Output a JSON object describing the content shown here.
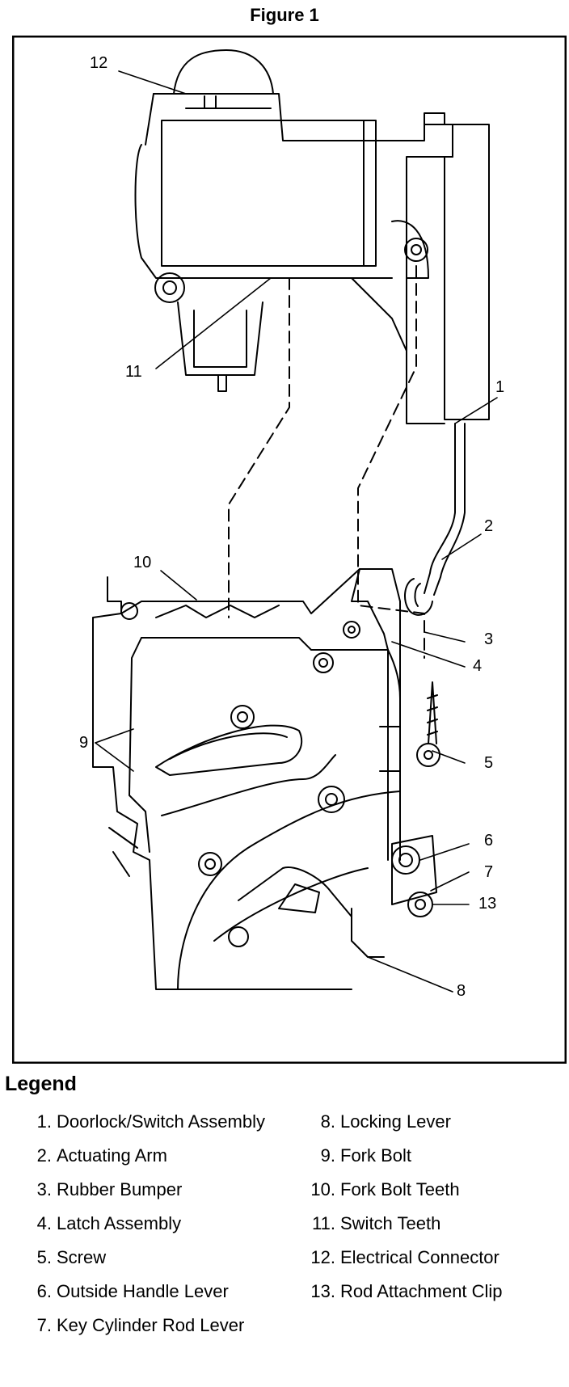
{
  "figure": {
    "title": "Figure 1"
  },
  "callouts": [
    "12",
    "11",
    "1",
    "2",
    "10",
    "3",
    "4",
    "9",
    "5",
    "6",
    "7",
    "13",
    "8"
  ],
  "legend": {
    "heading": "Legend",
    "left": [
      {
        "num": "1.",
        "text": "Doorlock/Switch Assembly"
      },
      {
        "num": "2.",
        "text": "Actuating Arm"
      },
      {
        "num": "3.",
        "text": "Rubber Bumper"
      },
      {
        "num": "4.",
        "text": "Latch Assembly"
      },
      {
        "num": "5.",
        "text": "Screw"
      },
      {
        "num": "6.",
        "text": "Outside Handle Lever"
      },
      {
        "num": "7.",
        "text": "Key Cylinder Rod Lever"
      }
    ],
    "right": [
      {
        "num": "8.",
        "text": "Locking Lever"
      },
      {
        "num": "9.",
        "text": "Fork Bolt"
      },
      {
        "num": "10.",
        "text": "Fork Bolt Teeth"
      },
      {
        "num": "11.",
        "text": "Switch Teeth"
      },
      {
        "num": "12.",
        "text": "Electrical Connector"
      },
      {
        "num": "13.",
        "text": "Rod Attachment Clip"
      }
    ]
  }
}
